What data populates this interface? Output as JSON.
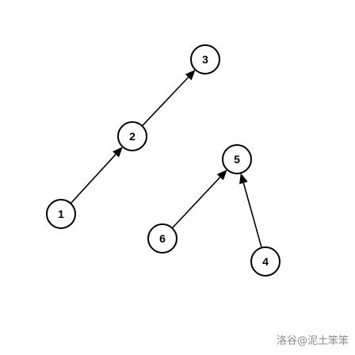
{
  "diagram": {
    "nodes": [
      {
        "id": "1",
        "label": "1"
      },
      {
        "id": "2",
        "label": "2"
      },
      {
        "id": "3",
        "label": "3"
      },
      {
        "id": "5",
        "label": "5"
      },
      {
        "id": "6",
        "label": "6"
      },
      {
        "id": "4",
        "label": "4"
      }
    ],
    "edges": [
      {
        "from": "1",
        "to": "2"
      },
      {
        "from": "2",
        "to": "3"
      },
      {
        "from": "6",
        "to": "5"
      },
      {
        "from": "4",
        "to": "5"
      }
    ],
    "stroke_color": "#000000",
    "node_fill": "#ffffff"
  },
  "watermark": {
    "text": "洛谷@泥土笨笨"
  }
}
